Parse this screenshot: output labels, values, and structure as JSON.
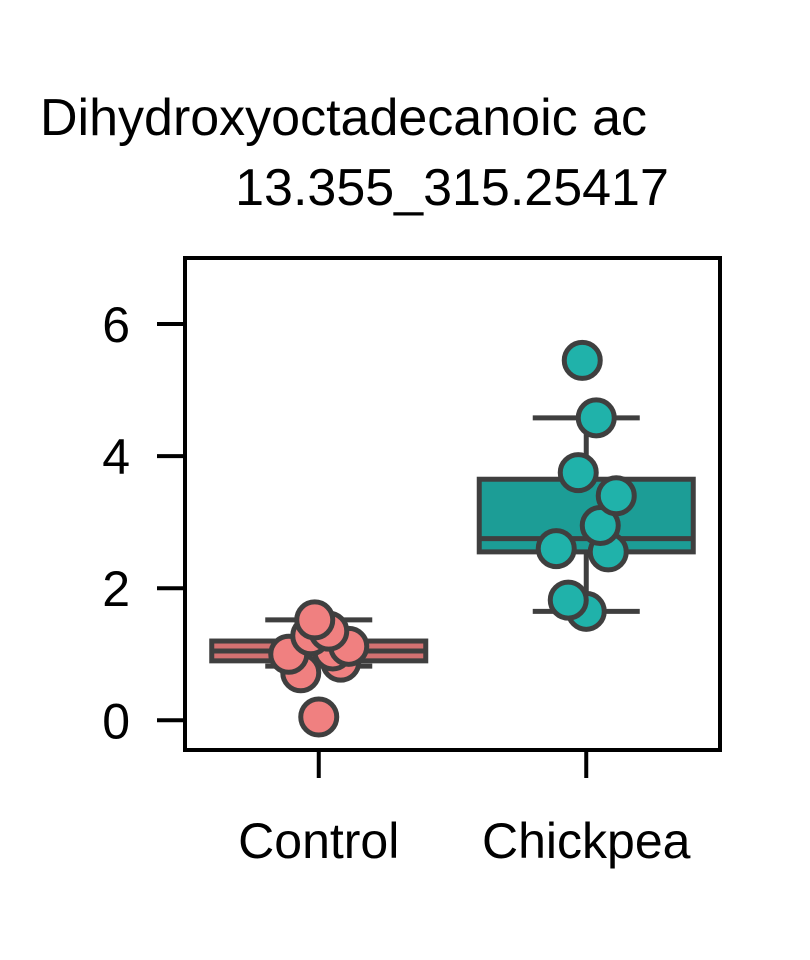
{
  "chart_data": {
    "type": "box",
    "title": "Dihydroxyoctadecanoic ac",
    "subtitle": "13.355_315.25417",
    "xlabel": "",
    "ylabel": "",
    "categories": [
      "Control",
      "Chickpea"
    ],
    "ylim": [
      -0.45,
      7.0
    ],
    "yticks": [
      0,
      2,
      4,
      6
    ],
    "grid": false,
    "legend": "none",
    "boxes": [
      {
        "category": "Control",
        "color": "#f08080",
        "whisker_low": 0.82,
        "q1": 0.9,
        "median": 1.05,
        "q3": 1.2,
        "whisker_high": 1.52,
        "points": [
          0.05,
          0.72,
          0.88,
          1.0,
          1.05,
          1.12,
          1.28,
          1.35,
          1.52
        ]
      },
      {
        "category": "Chickpea",
        "color": "#20b2aa",
        "whisker_low": 1.65,
        "q1": 2.55,
        "median": 2.75,
        "q3": 3.65,
        "whisker_high": 4.58,
        "points": [
          1.65,
          1.82,
          2.55,
          2.6,
          2.95,
          3.4,
          3.75,
          4.58,
          5.45
        ]
      }
    ]
  }
}
